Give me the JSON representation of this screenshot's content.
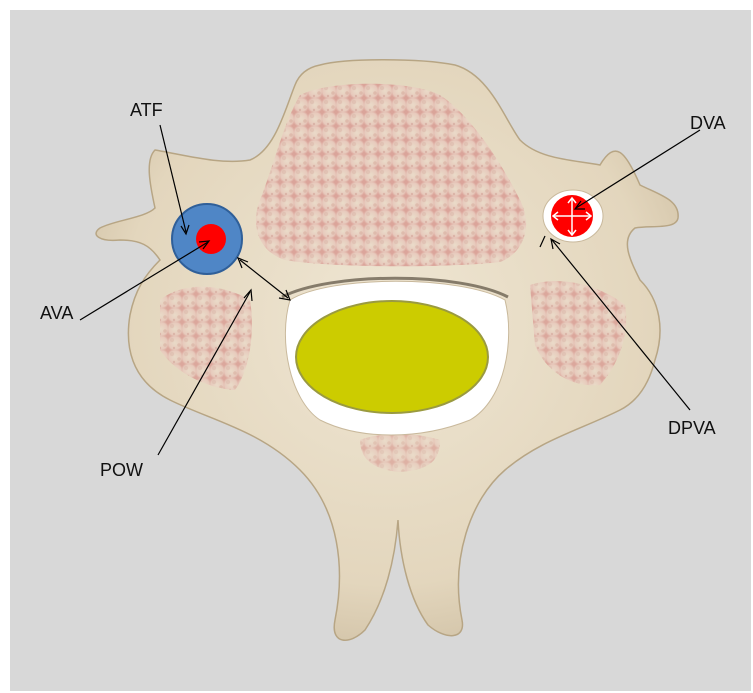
{
  "labels": {
    "atf": "ATF",
    "dva": "DVA",
    "ava": "AVA",
    "dpva": "DPVA",
    "pow": "POW"
  },
  "colors": {
    "background": "#d8d8d8",
    "bone": "#e8dcc6",
    "cancellous": "#e6c3b6",
    "transverse_foramen_fill": "#4f86c6",
    "vertebral_artery": "#ff0000",
    "spinal_canal_content": "#cccc00",
    "annotation_line": "#000000"
  },
  "icons": [
    "transverse-foramen-circle",
    "vertebral-artery-dot",
    "spinal-cord-ellipse",
    "double-arrow"
  ]
}
